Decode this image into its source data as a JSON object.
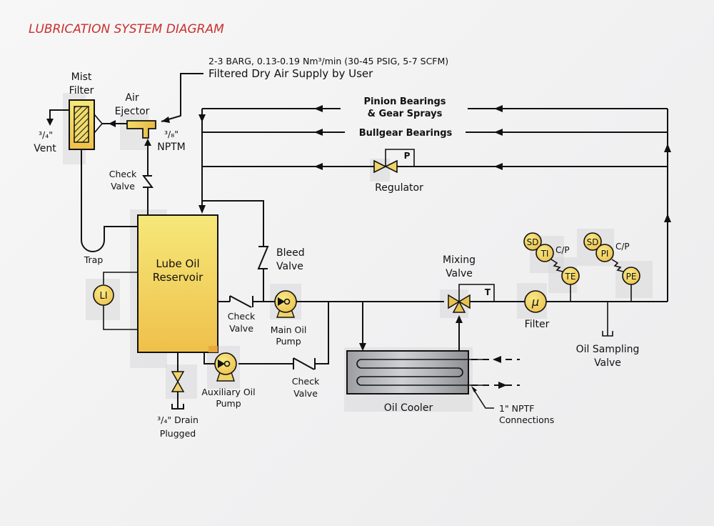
{
  "title": "LUBRICATION SYSTEM DIAGRAM",
  "colors": {
    "title": "#c8302f",
    "yellow_light": "#f6e87a",
    "yellow_dark": "#efc04a",
    "line": "#111111",
    "cooler_light": "#c9cacd",
    "cooler_dark": "#8d8f93"
  },
  "air_supply": {
    "spec": "2-3 BARG, 0.13-0.19 Nm³/min (30-45 PSIG, 5-7 SCFM)",
    "label": "Filtered Dry Air Supply by User"
  },
  "components": {
    "mist_filter": {
      "line1": "Mist",
      "line2": "Filter"
    },
    "vent": {
      "size": "³/₄\"",
      "label": "Vent"
    },
    "air_ejector": {
      "line1": "Air",
      "line2": "Ejector"
    },
    "nptm": {
      "size": "³/₈\"",
      "label": "NPTM"
    },
    "check_valve_air": {
      "line1": "Check",
      "line2": "Valve"
    },
    "trap": {
      "label": "Trap"
    },
    "reservoir": {
      "line1": "Lube Oil",
      "line2": "Reservoir"
    },
    "level_indicator": {
      "tag": "LI"
    },
    "bleed_valve": {
      "line1": "Bleed",
      "line2": "Valve"
    },
    "check_valve_reservoir": {
      "line1": "Check",
      "line2": "Valve"
    },
    "main_pump": {
      "line1": "Main Oil",
      "line2": "Pump"
    },
    "aux_pump": {
      "line1": "Auxiliary Oil",
      "line2": "Pump"
    },
    "check_valve_aux": {
      "line1": "Check",
      "line2": "Valve"
    },
    "drain": {
      "line1": "³/₄\" Drain",
      "line2": "Plugged"
    },
    "oil_cooler": {
      "label": "Oil Cooler"
    },
    "nptf": {
      "line1": "1\" NPTF",
      "line2": "Connections"
    },
    "mixing_valve": {
      "line1": "Mixing",
      "line2": "Valve",
      "actuator": "T"
    },
    "filter": {
      "symbol": "μ",
      "label": "Filter"
    },
    "temp_instruments": {
      "sd": "SD",
      "ti": "TI",
      "cp": "C/P",
      "te": "TE"
    },
    "pressure_instruments": {
      "sd": "SD",
      "pi": "PI",
      "cp": "C/P",
      "pe": "PE"
    },
    "oil_sampling": {
      "line1": "Oil Sampling",
      "line2": "Valve"
    },
    "regulator": {
      "label": "Regulator",
      "actuator": "P"
    }
  },
  "supply_lines": {
    "pinion": {
      "line1": "Pinion Bearings",
      "line2": "& Gear Sprays"
    },
    "bullgear": {
      "label": "Bullgear Bearings"
    }
  }
}
